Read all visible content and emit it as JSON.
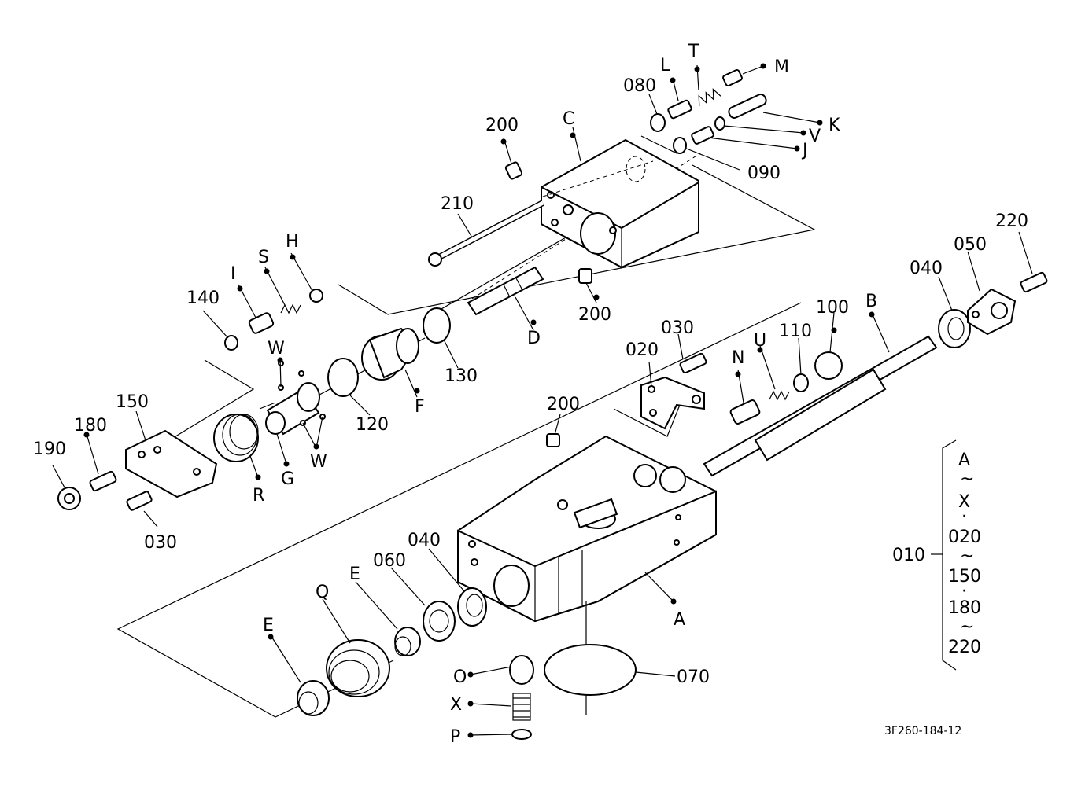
{
  "figure_code": "3F260-184-12",
  "labels": {
    "M": "M",
    "T": "T",
    "L": "L",
    "080": "080",
    "K": "K",
    "V": "V",
    "J": "J",
    "090": "090",
    "C": "C",
    "200a": "200",
    "210": "210",
    "200b": "200",
    "D": "D",
    "130": "130",
    "F": "F",
    "H": "H",
    "S": "S",
    "I": "I",
    "140": "140",
    "W1": "W",
    "W2": "W",
    "120": "120",
    "G": "G",
    "R": "R",
    "150": "150",
    "180": "180",
    "190": "190",
    "030a": "030",
    "020": "020",
    "030b": "030",
    "200c": "200",
    "N": "N",
    "U": "U",
    "110": "110",
    "100": "100",
    "B": "B",
    "040a": "040",
    "050": "050",
    "220": "220",
    "A": "A",
    "040b": "040",
    "060": "060",
    "E1": "E",
    "Q": "Q",
    "E2": "E",
    "O": "O",
    "X": "X",
    "P": "P",
    "070": "070",
    "010": "010"
  },
  "assembly_range": [
    "A",
    "~",
    "X",
    "·",
    "020",
    "~",
    "150",
    "·",
    "180",
    "~",
    "220"
  ]
}
